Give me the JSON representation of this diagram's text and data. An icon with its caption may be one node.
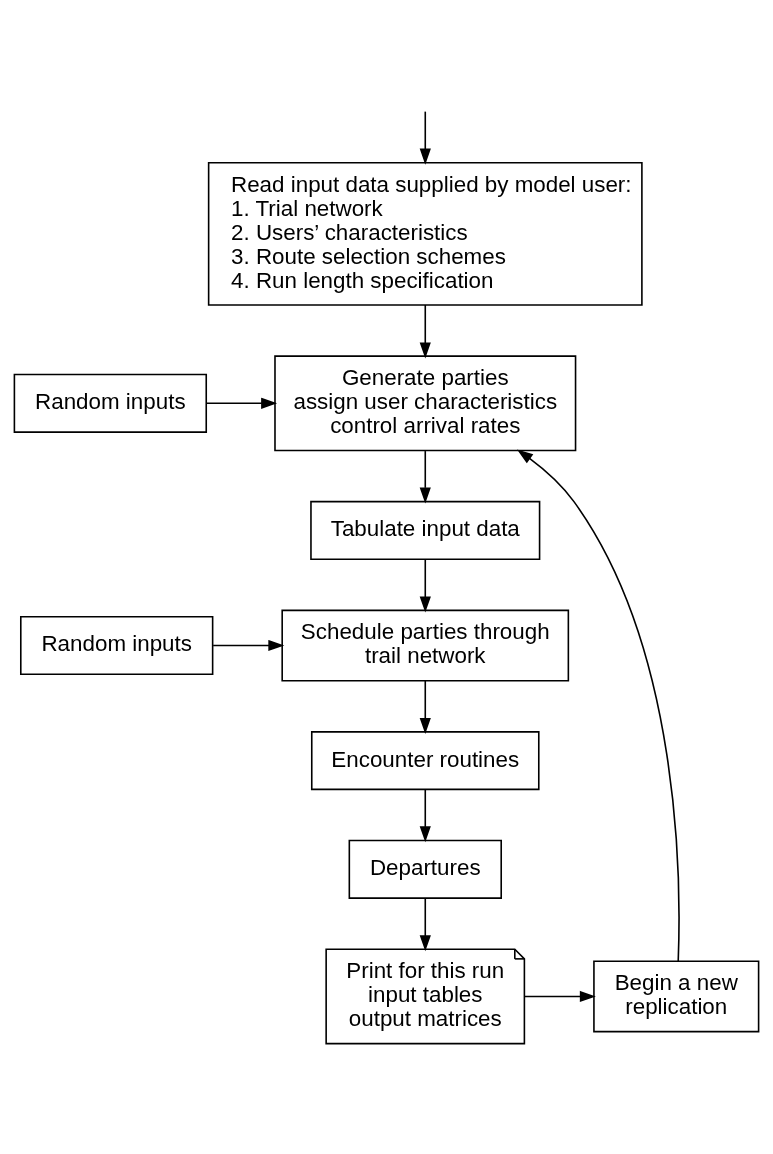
{
  "diagram": {
    "nodes": [
      {
        "text": [
          "Read input data supplied by model user:",
          "1. Trial network",
          "2. Users’ characteristics",
          "3. Route selection schemes",
          "4. Run length specification"
        ]
      },
      {
        "text": [
          "Random inputs"
        ]
      },
      {
        "text": [
          "Generate parties",
          "assign user characteristics",
          "control arrival rates"
        ]
      },
      {
        "text": [
          "Tabulate input data"
        ]
      },
      {
        "text": [
          "Random inputs"
        ]
      },
      {
        "text": [
          "Schedule parties through trail network"
        ]
      },
      {
        "text": [
          "Encounter routines"
        ]
      },
      {
        "text": [
          "Departures"
        ]
      },
      {
        "text": [
          "Print for this run",
          "input tables",
          "output matrices"
        ]
      },
      {
        "text": [
          "Begin a new replication"
        ]
      }
    ],
    "edges": [
      {
        "from": null,
        "to": 0,
        "arrow": "to"
      },
      {
        "from": 0,
        "to": 2,
        "arrow": "to"
      },
      {
        "from": 1,
        "to": 2,
        "arrow": "to"
      },
      {
        "from": 2,
        "to": 3,
        "arrow": "to"
      },
      {
        "from": 3,
        "to": 5,
        "arrow": "to"
      },
      {
        "from": 4,
        "to": 5,
        "arrow": "to"
      },
      {
        "from": 5,
        "to": 6,
        "arrow": "to"
      },
      {
        "from": 6,
        "to": 7,
        "arrow": "to"
      },
      {
        "from": 7,
        "to": 8,
        "arrow": "to"
      },
      {
        "from": 8,
        "to": 9,
        "arrow": "to"
      },
      {
        "from": 9,
        "to": 2,
        "arrow": "to"
      }
    ]
  }
}
